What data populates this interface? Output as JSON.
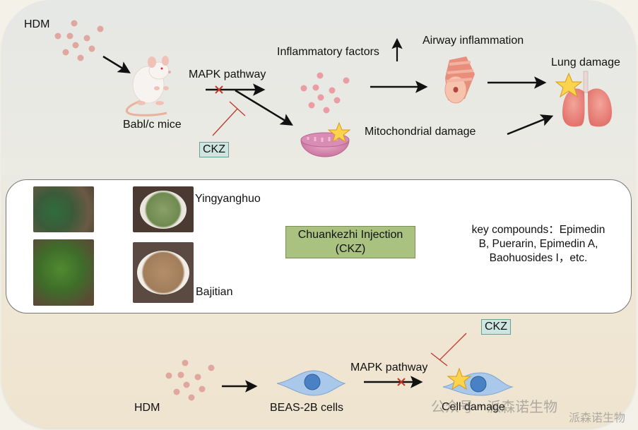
{
  "top_section": {
    "hdm_label": "HDM",
    "mouse_label": "Babl/c mice",
    "mapk_label": "MAPK pathway",
    "ckz_label": "CKZ",
    "inflammatory_label": "Inflammatory factors",
    "airway_label": "Airway inflammation",
    "mito_label": "Mitochondrial damage",
    "lung_label": "Lung damage"
  },
  "middle_section": {
    "herb1_label": "Yingyanghuo",
    "herb2_label": "Bajitian",
    "injection_line1": "Chuankezhi Injection",
    "injection_line2": "(CKZ)",
    "compounds_line1": "key compounds：Epimedin",
    "compounds_line2": "B, Puerarin, Epimedin A,",
    "compounds_line3": "Baohuosides I，etc."
  },
  "bottom_section": {
    "hdm_label": "HDM",
    "cells_label": "BEAS-2B cells",
    "mapk_label": "MAPK pathway",
    "ckz_label": "CKZ",
    "damage_label": "Cell damage"
  },
  "watermark": {
    "line1": "公众号 · 派森诺生物",
    "line2": "派森诺生物"
  },
  "colors": {
    "inhibit_red": "#c0392b",
    "ckz_box": "#cfe6e0",
    "injection_box": "#a9c27f",
    "particle_pink": "#e8a5a0",
    "cell_blue": "#a9c8ea"
  }
}
